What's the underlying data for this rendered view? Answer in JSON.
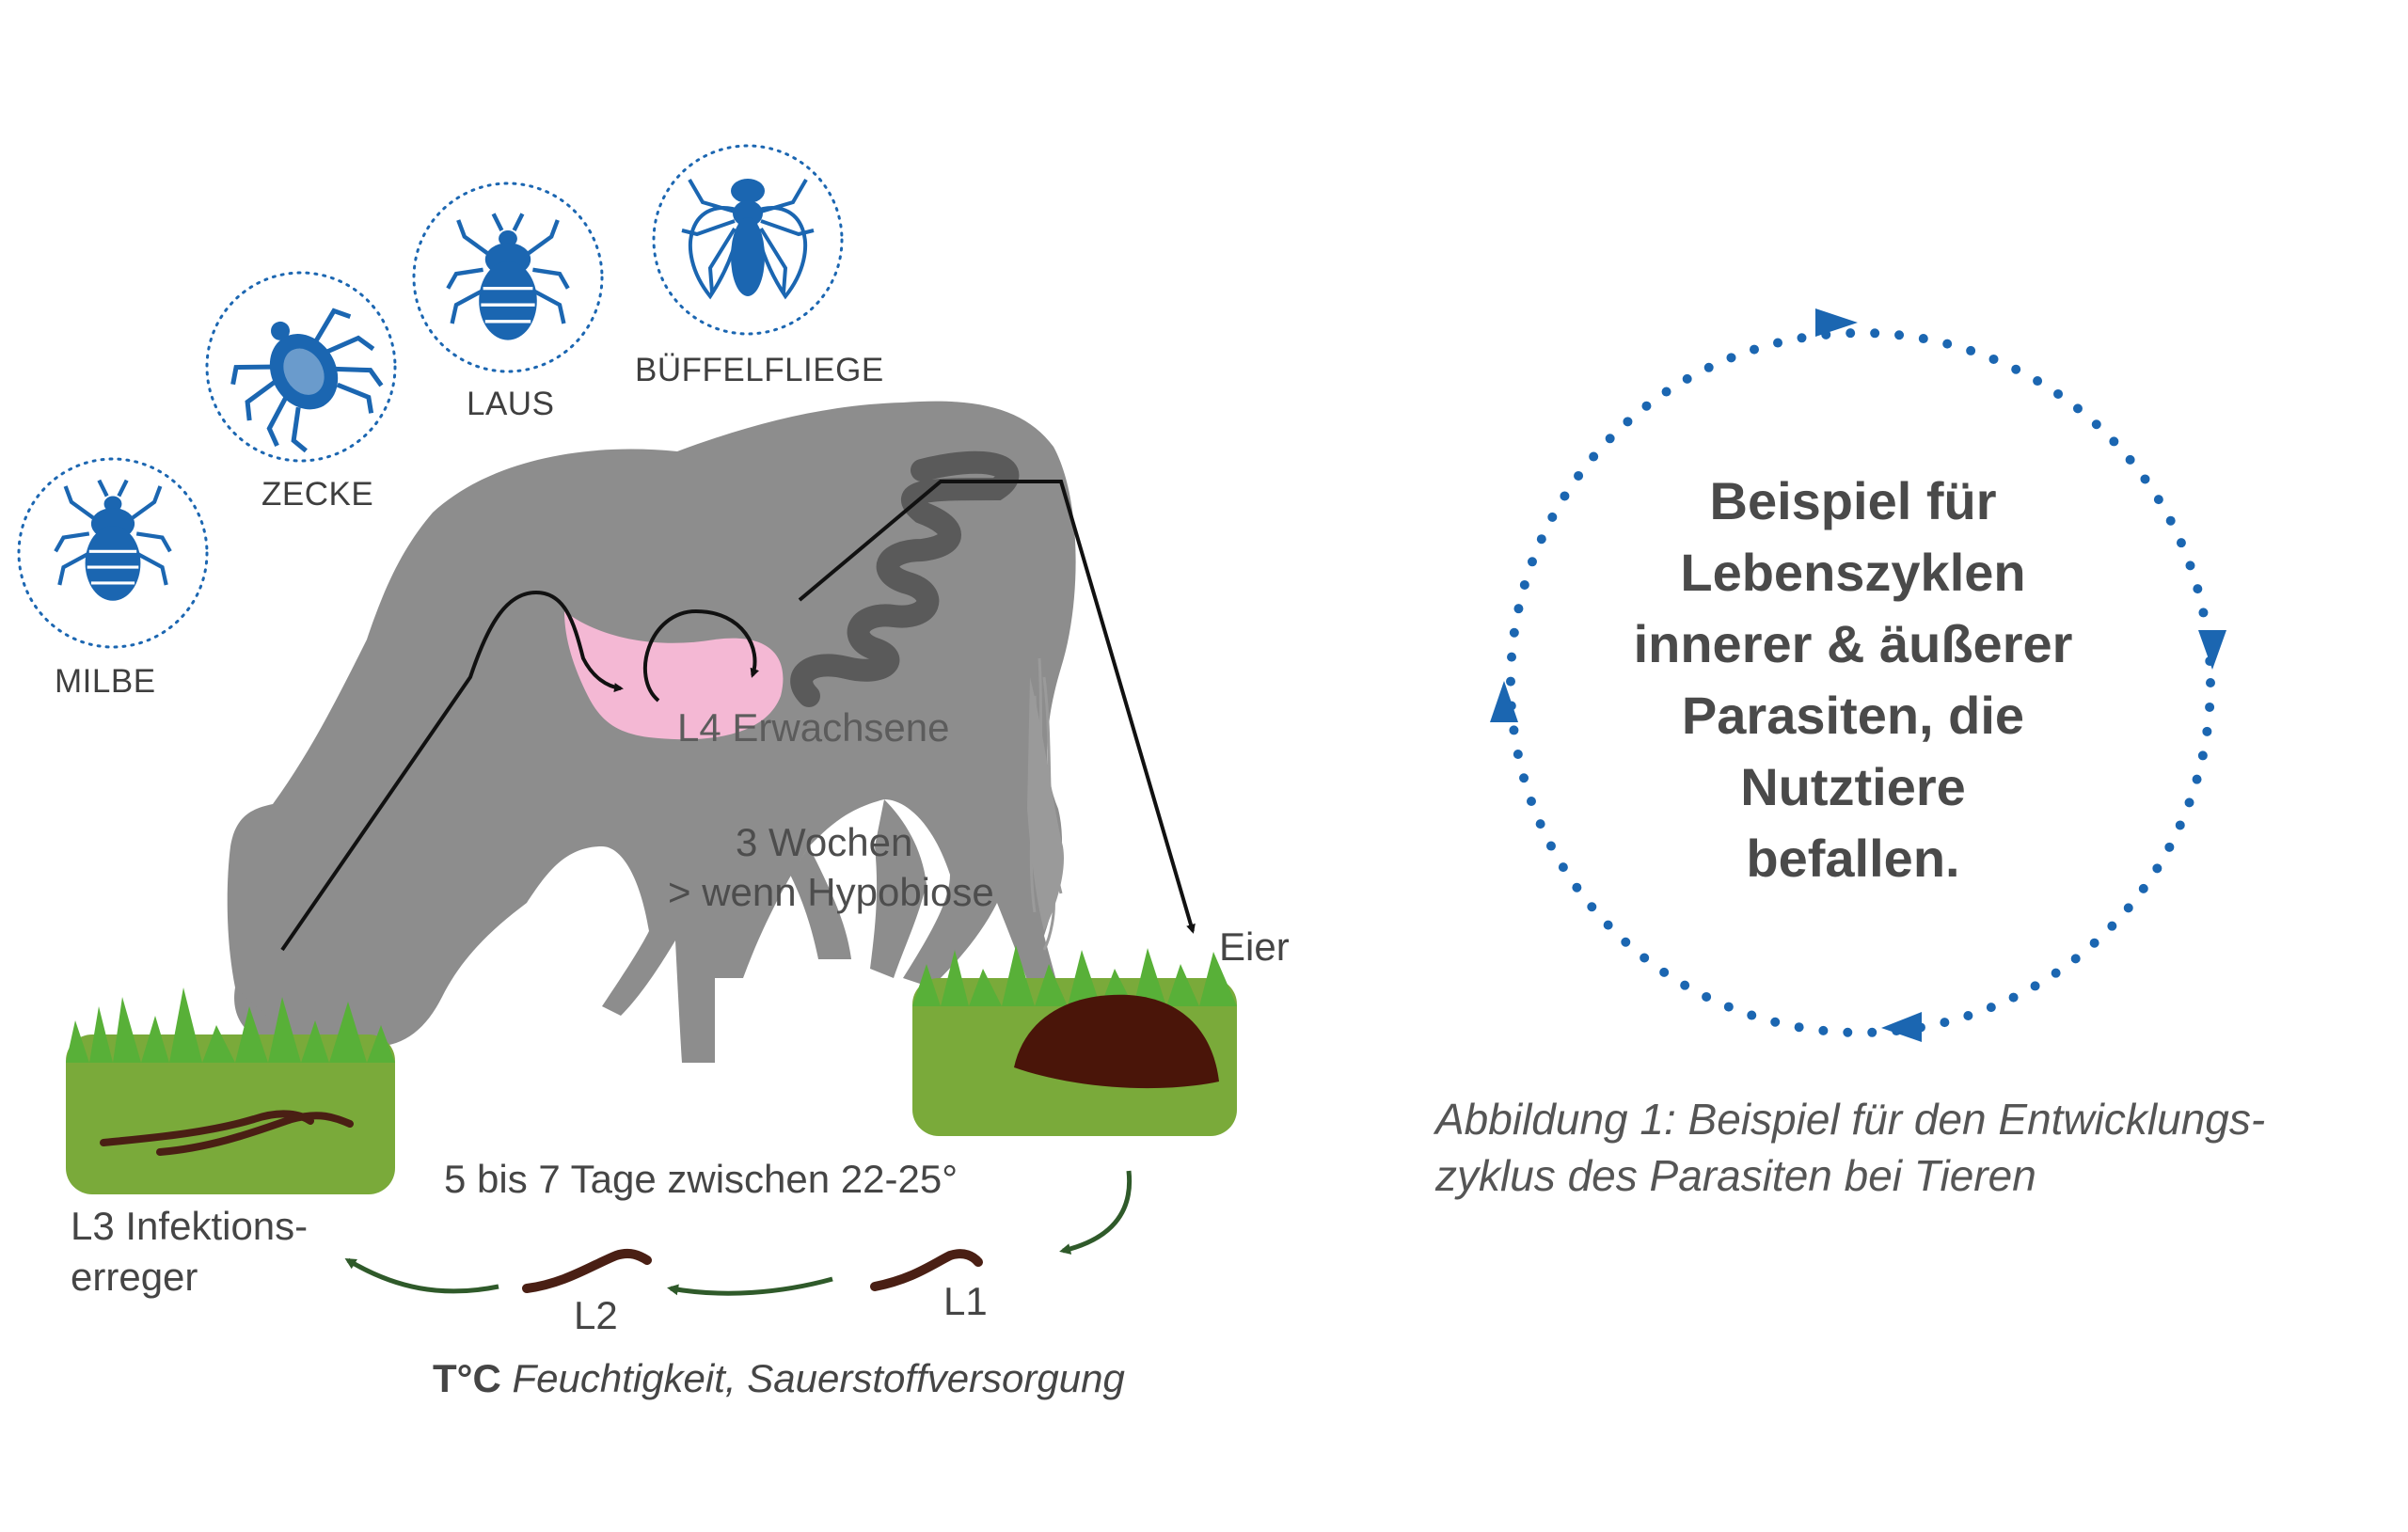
{
  "parasites": [
    {
      "name": "MILBE",
      "icon": "bedbug-icon"
    },
    {
      "name": "ZECKE",
      "icon": "tick-icon"
    },
    {
      "name": "LAUS",
      "icon": "louse-icon"
    },
    {
      "name": "BÜFFELFLIEGE",
      "icon": "fly-icon"
    }
  ],
  "stages": {
    "adult": "L4 Erwachsene",
    "duration_line1": "3 Wochen",
    "duration_line2": "> wenn Hypobiose",
    "eggs": "Eier",
    "l3_line1": "L3 Infektions-",
    "l3_line2": "erreger",
    "l2": "L2",
    "l1": "L1",
    "development_time": "5 bis 7 Tage zwischen 22-25°",
    "conditions_bold": "T°C",
    "conditions_italic": "Feuchtigkeit, Sauerstoffversorgung"
  },
  "cycle_label": "Beispiel für\nLebenszyklen\ninnerer & äußerer\nParasiten, die\nNutztiere\nbefallen.",
  "caption": "Abbildung 1: Beispiel für den Entwicklungs-\nzyklus des Parasiten bei Tieren",
  "colors": {
    "parasite_blue": "#1b66b1",
    "cow_gray": "#8d8d8d",
    "grass_green": "#7aaa3a",
    "worm_brown": "#4a1f14",
    "stomach_pink": "#f4b8d4",
    "arrow_green": "#2f5a2a"
  }
}
